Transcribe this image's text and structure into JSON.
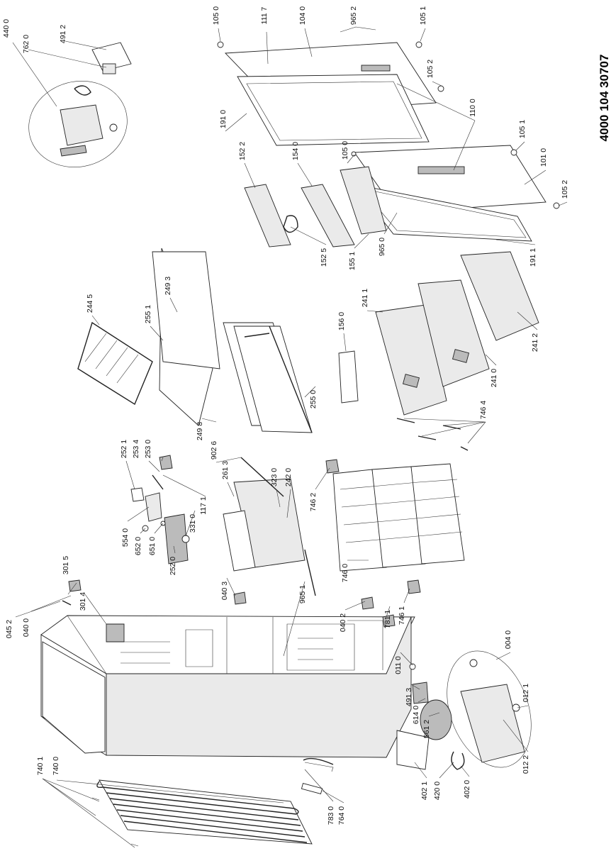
{
  "drawing_number": "4000 104 30707",
  "callouts": [
    "440 0",
    "762 0",
    "491 2",
    "045 2",
    "040 0",
    "301 5",
    "301 4",
    "740 1",
    "740 0",
    "105 0",
    "111 7",
    "104 0",
    "965 2",
    "105 1",
    "105 2",
    "110 0",
    "101 0",
    "191 0",
    "152 2",
    "154 0",
    "105 0",
    "105 1",
    "105 2",
    "191 1",
    "965 0",
    "152 5",
    "155 1",
    "244 5",
    "255 1",
    "249 3",
    "249 8",
    "255 0",
    "156 0",
    "241 1",
    "241 2",
    "241 0",
    "746 4",
    "252 1",
    "253 4",
    "253 0",
    "902 6",
    "261 3",
    "323 0",
    "242 0",
    "117 1",
    "554 0",
    "652 0",
    "651 0",
    "252 0",
    "331 0",
    "746 2",
    "746 0",
    "040 3",
    "965 1",
    "040 2",
    "781 1",
    "746 1",
    "011 0",
    "491 3",
    "614 0",
    "561 2",
    "004 0",
    "012 1",
    "012 2",
    "402 1",
    "420 0",
    "402 0",
    "783 0",
    "764 0"
  ]
}
